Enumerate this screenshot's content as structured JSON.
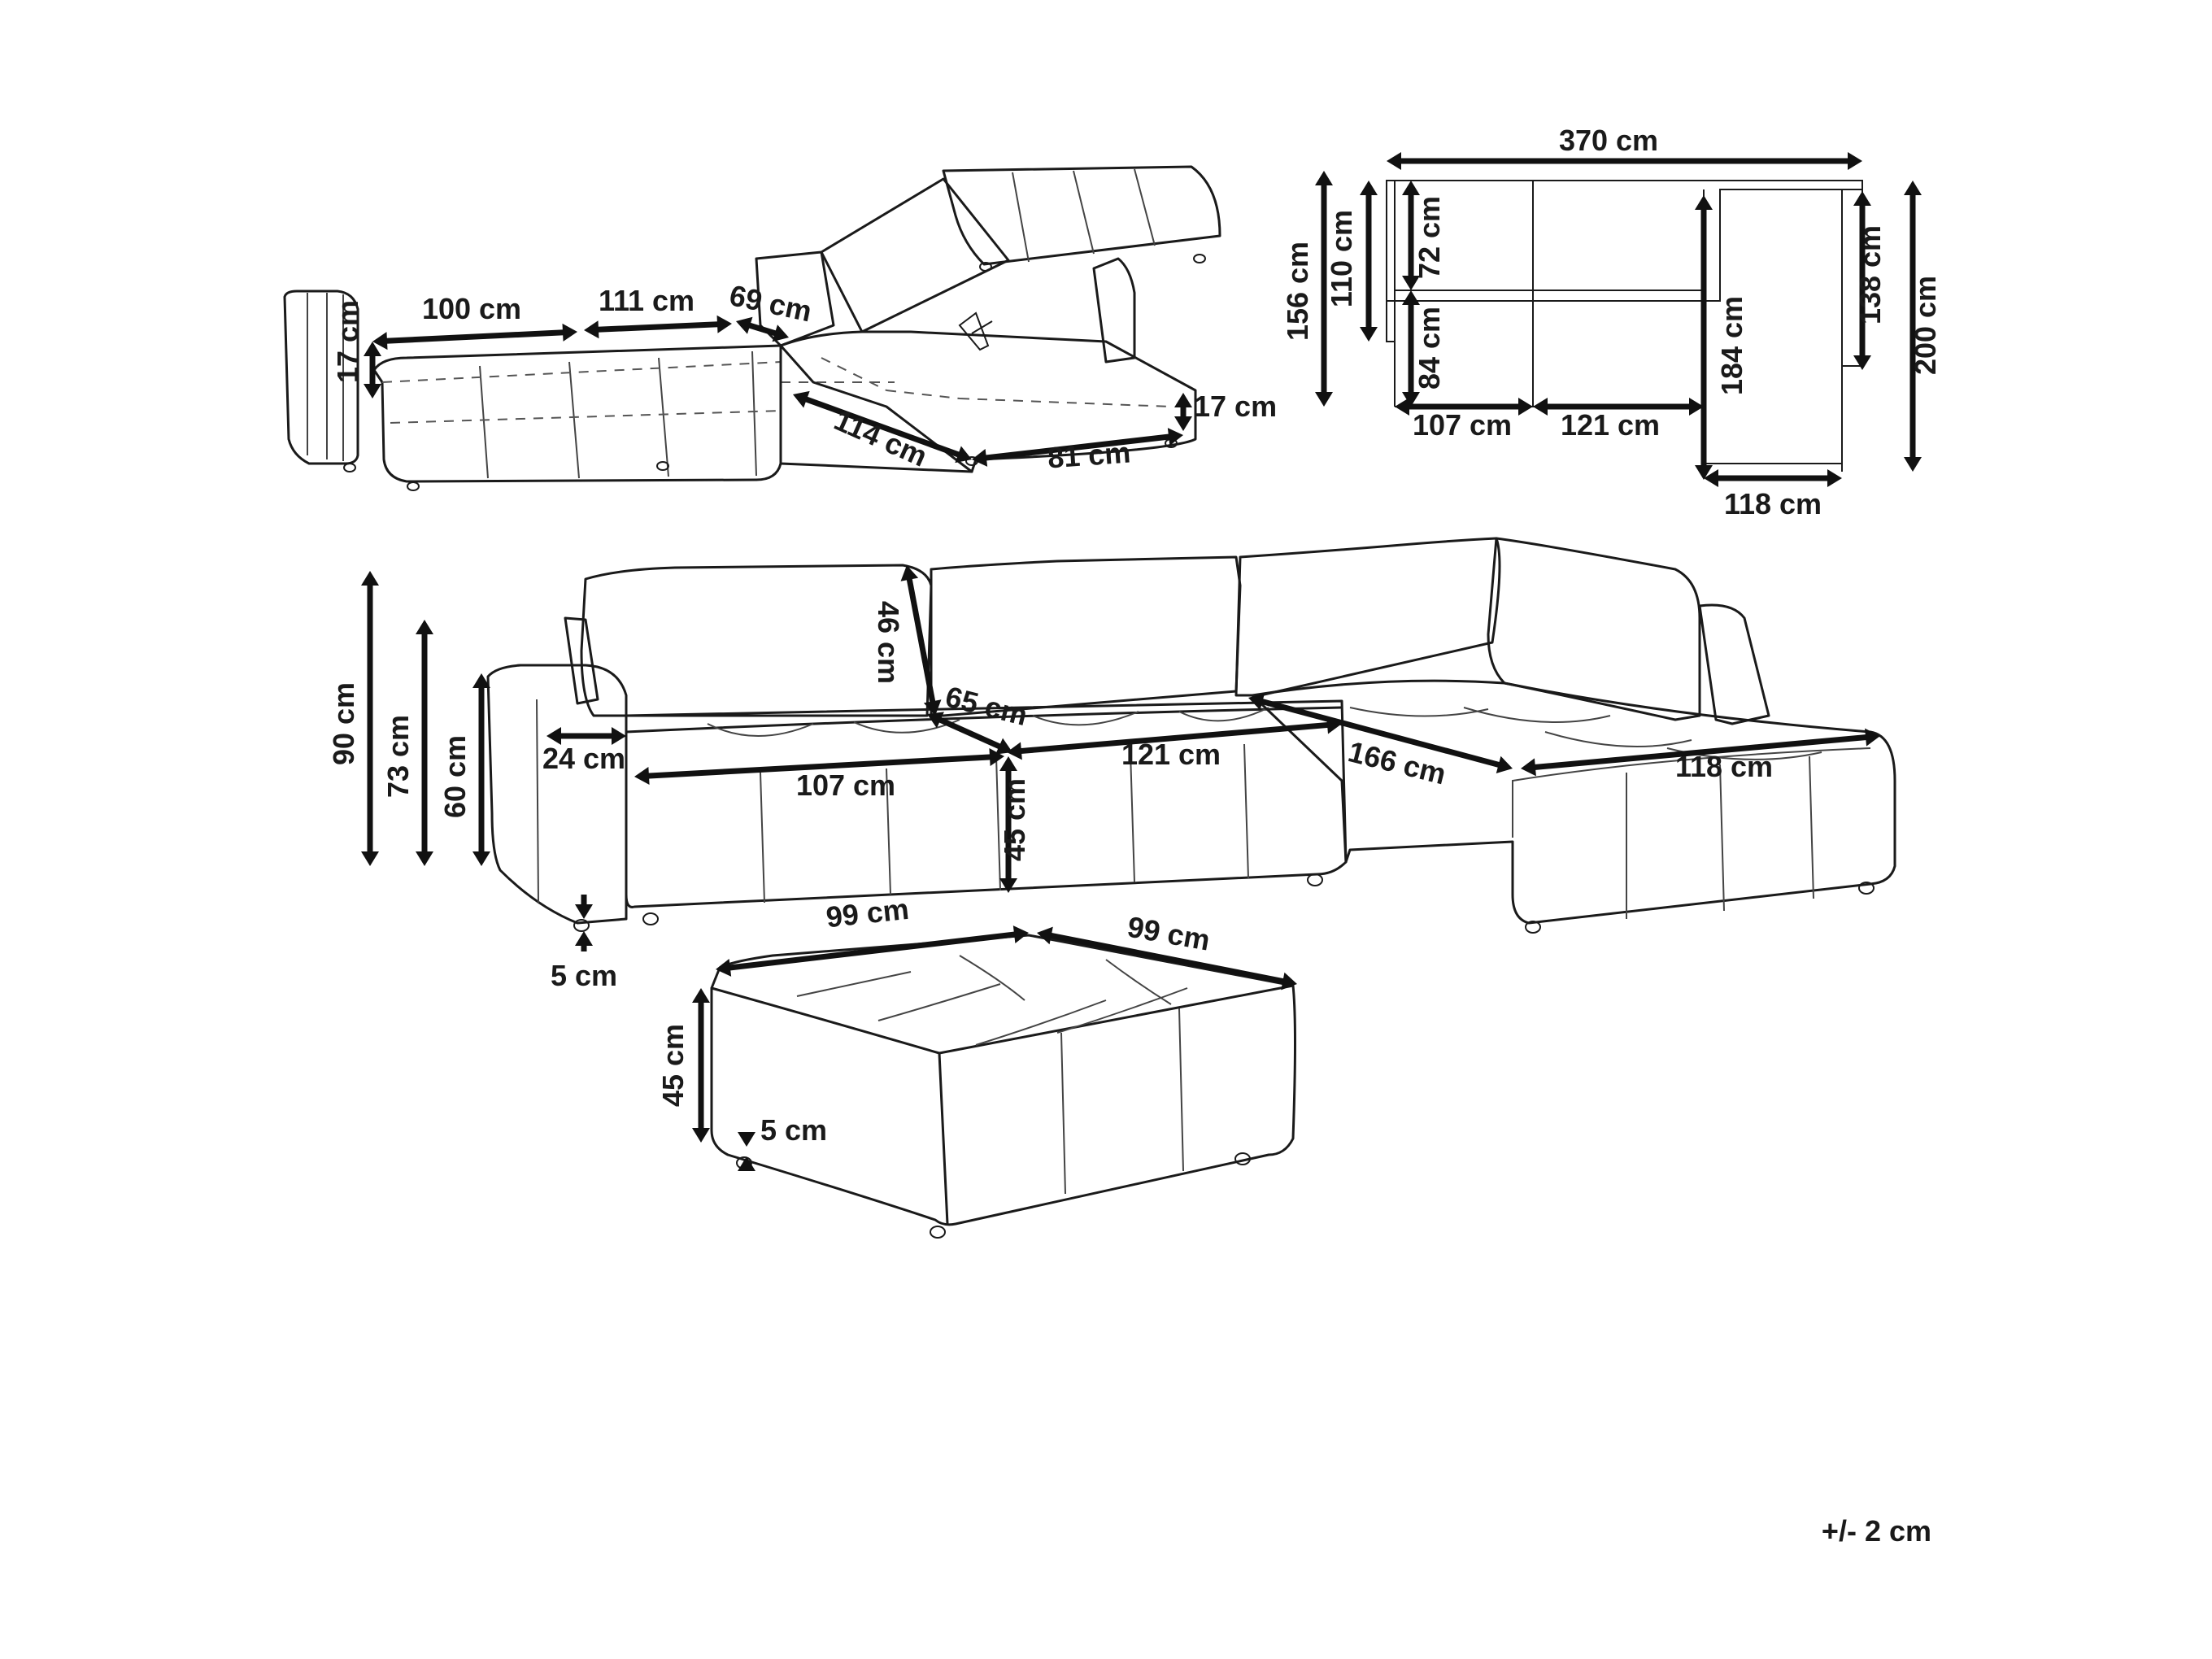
{
  "drawings": [
    {
      "view": "storage",
      "dimensions": {
        "top_left_length": "100 cm",
        "top_mid_length": "111 cm",
        "top_right_length": "69 cm",
        "left_height": "17 cm",
        "storage_depth": "114 cm",
        "storage_width": "81 cm",
        "storage_height": "17 cm"
      }
    },
    {
      "view": "plan",
      "dimensions": {
        "total_width": "370 cm",
        "depth_outer": "156 cm",
        "depth_seat": "110 cm",
        "back_depth": "72 cm",
        "seat_depth": "84 cm",
        "left_segment": "107 cm",
        "mid_segment": "121 cm",
        "chaise_length": "184 cm",
        "chaise_inner": "138 cm",
        "chaise_total": "200 cm",
        "chaise_width": "118 cm"
      }
    },
    {
      "view": "front",
      "dimensions": {
        "total_height": "90 cm",
        "back_height": "73 cm",
        "arm_height": "60 cm",
        "cushion_height": "46 cm",
        "seat_depth": "65 cm",
        "arm_width": "24 cm",
        "seat_left": "107 cm",
        "seat_mid": "121 cm",
        "seat_height": "45 cm",
        "chaise_side": "166 cm",
        "chaise_front": "118 cm",
        "leg_height": "5 cm"
      }
    },
    {
      "view": "ottoman",
      "dimensions": {
        "width": "99 cm",
        "depth": "99 cm",
        "height": "45 cm",
        "leg_height": "5 cm"
      }
    }
  ],
  "tolerance": "+/- 2 cm"
}
